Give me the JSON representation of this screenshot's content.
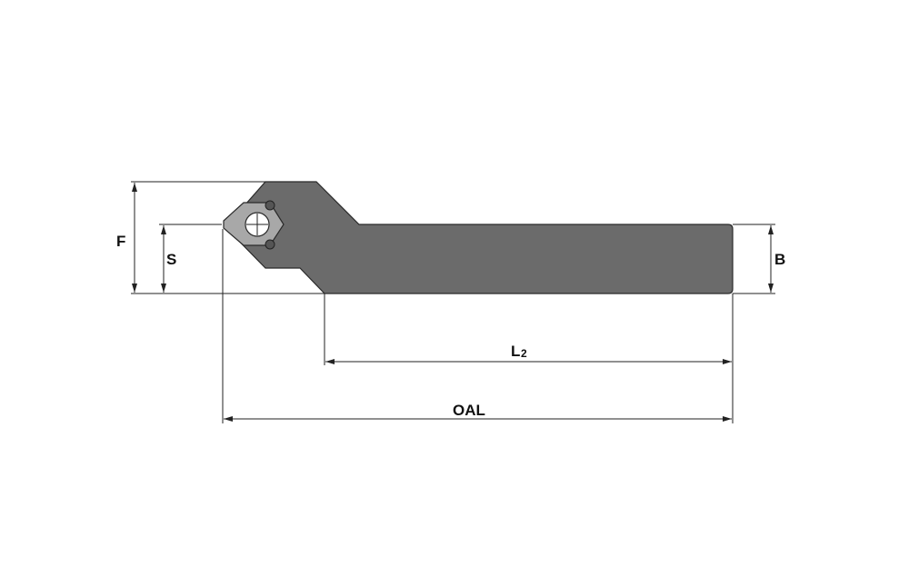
{
  "labels": {
    "F": "F",
    "S": "S",
    "B": "B",
    "L2_main": "L",
    "L2_sub": "2",
    "OAL": "OAL"
  },
  "colors": {
    "body": "#6b6b6b",
    "insert": "#a8a8a8",
    "outline": "#2a2a2a"
  }
}
